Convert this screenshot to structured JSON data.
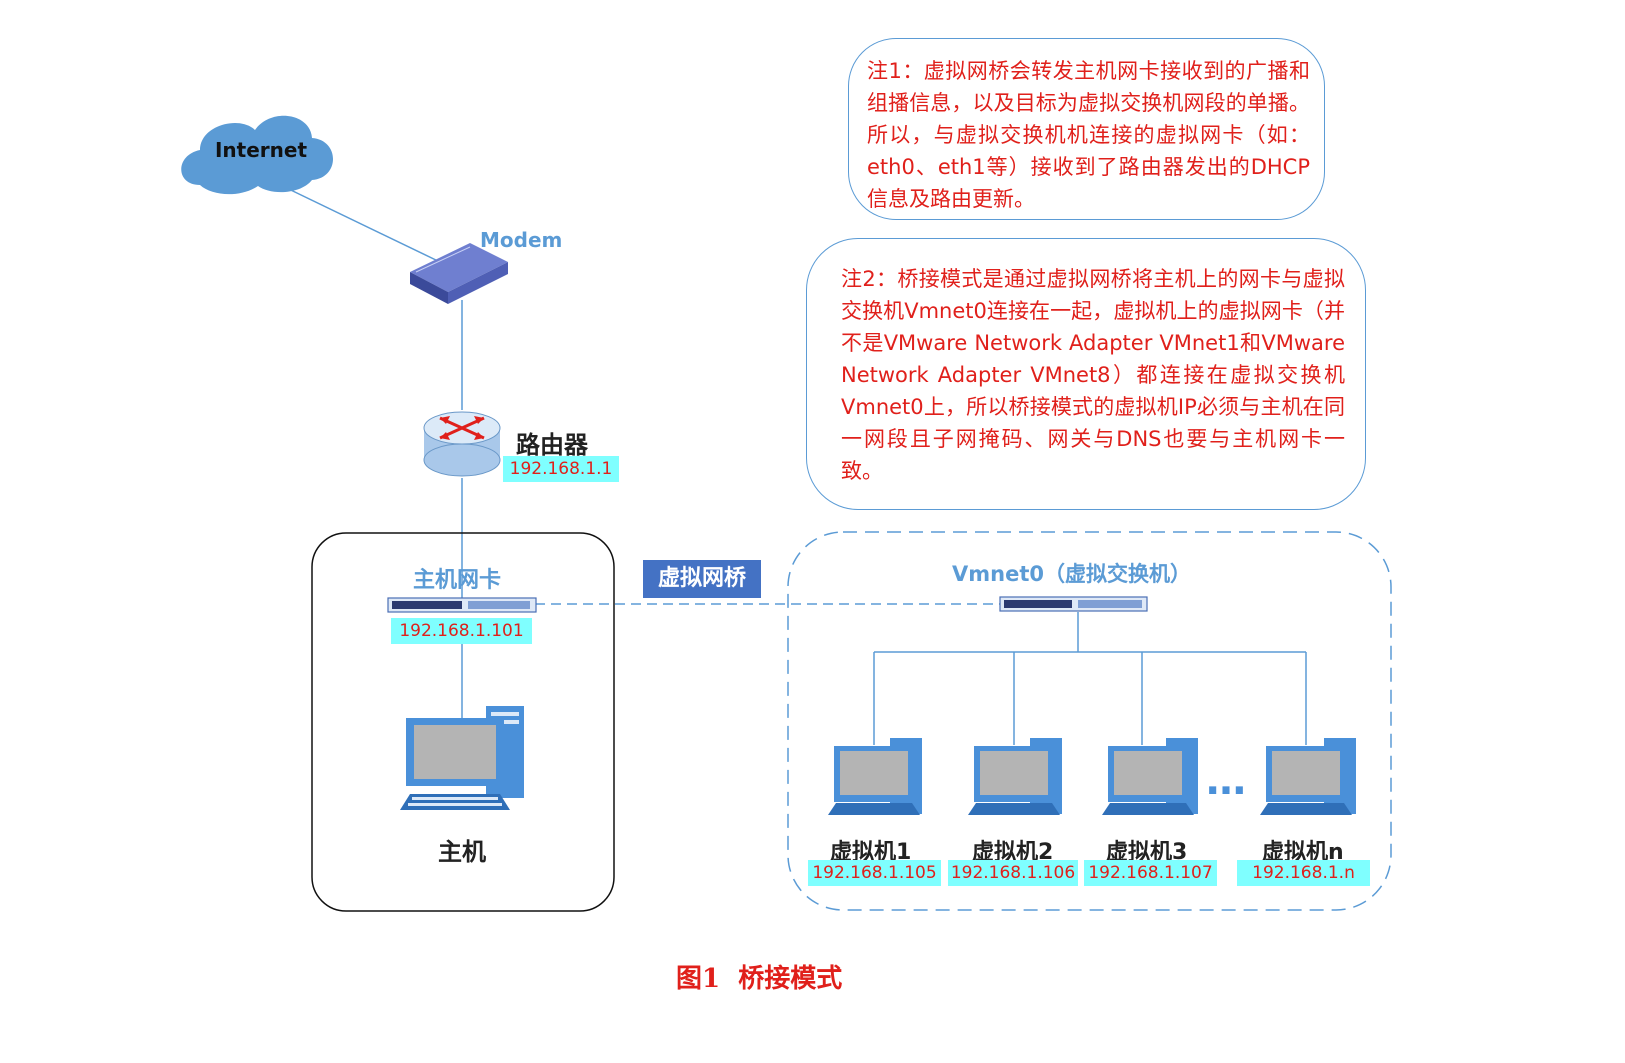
{
  "internet": {
    "label": "Internet"
  },
  "modem": {
    "label": "Modem"
  },
  "router": {
    "label": "路由器",
    "ip": "192.168.1.1"
  },
  "host_nic": {
    "label": "主机网卡",
    "ip": "192.168.1.101"
  },
  "host": {
    "label": "主机"
  },
  "bridge": {
    "label": "虚拟网桥"
  },
  "vswitch": {
    "label": "Vmnet0（虚拟交换机）"
  },
  "vms": [
    {
      "label": "虚拟机1",
      "ip": "192.168.1.105"
    },
    {
      "label": "虚拟机2",
      "ip": "192.168.1.106"
    },
    {
      "label": "虚拟机3",
      "ip": "192.168.1.107"
    },
    {
      "label": "虚拟机n",
      "ip": "192.168.1.n"
    }
  ],
  "ellipsis": "…",
  "notes": {
    "note1": "注1：虚拟网桥会转发主机网卡接收到的广播和组播信息，以及目标为虚拟交换机网段的单播。所以，与虚拟交换机机连接的虚拟网卡（如：eth0、eth1等）接收到了路由器发出的DHCP信息及路由更新。",
    "note2": "注2：桥接模式是通过虚拟网桥将主机上的网卡与虚拟交换机Vmnet0连接在一起，虚拟机上的虚拟网卡（并不是VMware Network Adapter VMnet1和VMware Network Adapter VMnet8）都连接在虚拟交换机Vmnet0上，所以桥接模式的虚拟机IP必须与主机在同一网段且子网掩码、网关与DNS也要与主机网卡一致。"
  },
  "caption": "图1  桥接模式",
  "colors": {
    "line": "#5b9bd5",
    "note_text": "#e0201b",
    "ip_bg": "#7fffff",
    "bridge_bg": "#4472c4"
  }
}
